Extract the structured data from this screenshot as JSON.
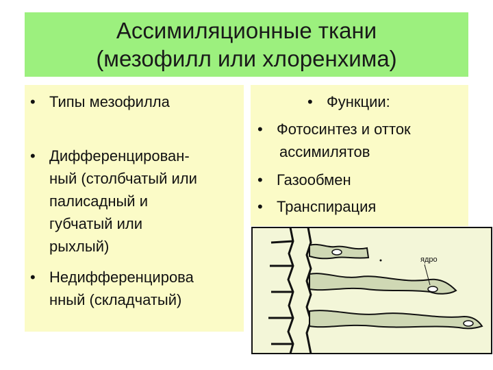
{
  "title": {
    "line1": "Ассимиляционные ткани",
    "line2": "(мезофилл или хлоренхима)"
  },
  "left_panel": {
    "items": [
      {
        "bullet": "•",
        "lines": [
          "Типы мезофилла"
        ]
      },
      {
        "bullet": "•",
        "lines": [
          "Дифференцирован-",
          "ный (столбчатый или",
          "палисадный и",
          "губчатый или",
          "рыхлый)"
        ]
      },
      {
        "bullet": "•",
        "lines": [
          "Недифференцирова",
          "нный (складчатый)"
        ]
      }
    ]
  },
  "right_panel": {
    "heading": {
      "bullet": "•",
      "text": "Функции:"
    },
    "items": [
      {
        "bullet": "•",
        "lines": [
          "Фотосинтез и отток",
          "ассимилятов"
        ]
      },
      {
        "bullet": "•",
        "lines": [
          "Газообмен"
        ]
      },
      {
        "bullet": "•",
        "lines": [
          "Транспирация"
        ]
      }
    ]
  },
  "figure": {
    "label": "ядро",
    "colors": {
      "background": "#f3f6d8",
      "cell": "#cfd8b4",
      "outline": "#111111"
    }
  }
}
